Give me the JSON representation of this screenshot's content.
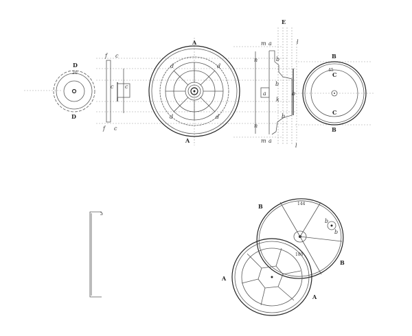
{
  "figure": {
    "type": "mechanical engraving",
    "top_row": {
      "gear_d": {
        "labels": [
          "D",
          "D"
        ],
        "tooth_label": "20"
      },
      "side_profile_fc": {
        "labels": [
          "f",
          "c",
          "c",
          "c",
          "f",
          "c"
        ]
      },
      "wheel_a": {
        "labels": [
          "A",
          "A",
          "d",
          "d",
          "d",
          "d"
        ]
      },
      "section_e": {
        "labels": [
          "E",
          "m",
          "a",
          "l",
          "n",
          "n",
          "b",
          "b",
          "a",
          "b",
          "k",
          "b",
          "m",
          "a",
          "l"
        ]
      },
      "wheel_b": {
        "labels": [
          "B",
          "B",
          "C",
          "C"
        ],
        "number": "45"
      }
    },
    "bottom_row": {
      "bracket": {},
      "wheel_b_perspective": {
        "labels": [
          "B",
          "B",
          "b",
          "b"
        ],
        "number": "144"
      },
      "wheel_a_perspective": {
        "labels": [
          "A",
          "A"
        ],
        "number": "180"
      }
    }
  }
}
